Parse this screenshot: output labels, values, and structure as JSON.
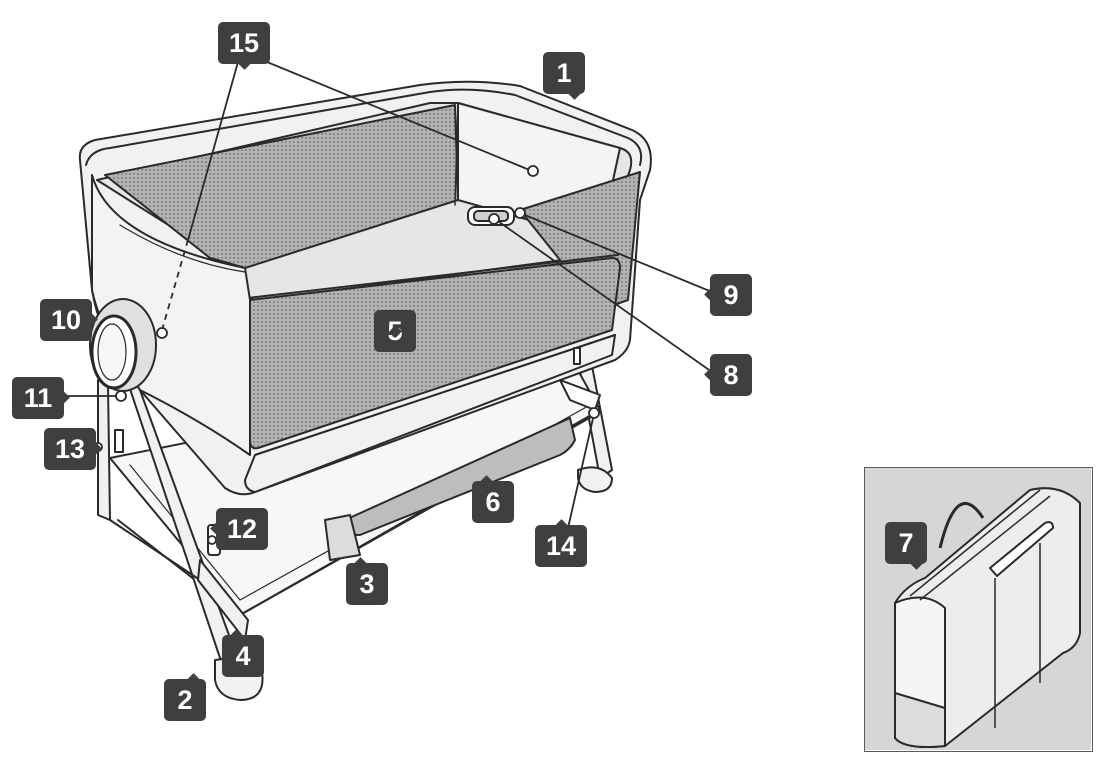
{
  "colors": {
    "callout_bg": "#3f3f3f",
    "callout_text": "#ffffff",
    "line": "#2a2a2a",
    "fabric": "#f1f1f1",
    "mesh": "#8f8f8f",
    "inset_bg": "#d6d6d6"
  },
  "callouts": {
    "c1": "1",
    "c2": "2",
    "c3": "3",
    "c4": "4",
    "c5": "5",
    "c6": "6",
    "c7": "7",
    "c8": "8",
    "c9": "9",
    "c10": "10",
    "c11": "11",
    "c12": "12",
    "c13": "13",
    "c14": "14",
    "c15": "15"
  }
}
